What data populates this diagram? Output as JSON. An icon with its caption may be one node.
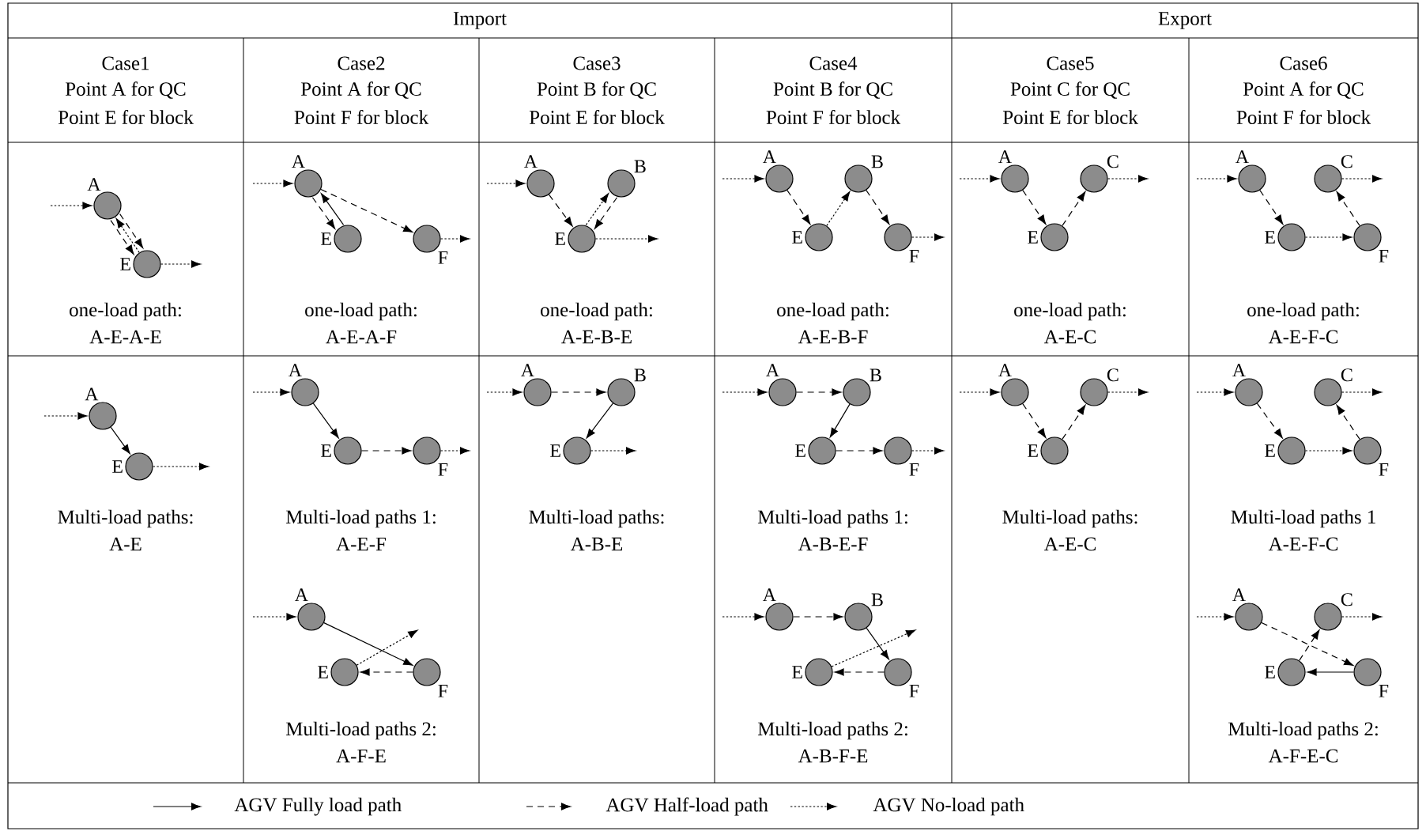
{
  "diagram": {
    "nodes": [
      {
        "text": [
          "A"
        ]
      },
      {
        "text": [
          "E"
        ]
      },
      {
        "text": [
          "A"
        ]
      },
      {
        "text": [
          "E"
        ]
      },
      {
        "text": [
          "F"
        ]
      },
      {
        "text": [
          "A"
        ]
      },
      {
        "text": [
          "B"
        ]
      },
      {
        "text": [
          "E"
        ]
      },
      {
        "text": [
          "A"
        ]
      },
      {
        "text": [
          "B"
        ]
      },
      {
        "text": [
          "E"
        ]
      },
      {
        "text": [
          "F"
        ]
      },
      {
        "text": [
          "A"
        ]
      },
      {
        "text": [
          "C"
        ]
      },
      {
        "text": [
          "E"
        ]
      },
      {
        "text": [
          "A"
        ]
      },
      {
        "text": [
          "C"
        ]
      },
      {
        "text": [
          "E"
        ]
      },
      {
        "text": [
          "F"
        ]
      },
      {
        "text": [
          "A"
        ]
      },
      {
        "text": [
          "E"
        ]
      },
      {
        "text": [
          "A"
        ]
      },
      {
        "text": [
          "E"
        ]
      },
      {
        "text": [
          "F"
        ]
      },
      {
        "text": [
          "A"
        ]
      },
      {
        "text": [
          "B"
        ]
      },
      {
        "text": [
          "E"
        ]
      },
      {
        "text": [
          "A"
        ]
      },
      {
        "text": [
          "B"
        ]
      },
      {
        "text": [
          "E"
        ]
      },
      {
        "text": [
          "F"
        ]
      },
      {
        "text": [
          "A"
        ]
      },
      {
        "text": [
          "C"
        ]
      },
      {
        "text": [
          "E"
        ]
      },
      {
        "text": [
          "A"
        ]
      },
      {
        "text": [
          "C"
        ]
      },
      {
        "text": [
          "E"
        ]
      },
      {
        "text": [
          "F"
        ]
      },
      {
        "text": [
          "A"
        ]
      },
      {
        "text": [
          "E"
        ]
      },
      {
        "text": [
          "F"
        ]
      },
      {
        "text": [
          "A"
        ]
      },
      {
        "text": [
          "B"
        ]
      },
      {
        "text": [
          "E"
        ]
      },
      {
        "text": [
          "F"
        ]
      },
      {
        "text": [
          "A"
        ]
      },
      {
        "text": [
          "C"
        ]
      },
      {
        "text": [
          "E"
        ]
      },
      {
        "text": [
          "F"
        ]
      }
    ],
    "edges": [
      {
        "from": null,
        "to": 0,
        "arrow": "to",
        "style": "dashed"
      },
      {
        "from": 0,
        "to": 1,
        "arrow": "to",
        "style": "dashed"
      },
      {
        "from": 1,
        "to": 0,
        "arrow": "to",
        "style": "dashed"
      },
      {
        "from": 0,
        "to": 1,
        "arrow": "to",
        "style": "dashed"
      },
      {
        "from": 1,
        "to": null,
        "arrow": "to",
        "style": "dashed"
      },
      {
        "from": null,
        "to": 2,
        "arrow": "to",
        "style": "dashed"
      },
      {
        "from": 2,
        "to": 3,
        "arrow": "to",
        "style": "dashed"
      },
      {
        "from": 3,
        "to": 2,
        "arrow": "to"
      },
      {
        "from": 2,
        "to": 4,
        "arrow": "to",
        "style": "dashed"
      },
      {
        "from": 4,
        "to": null,
        "arrow": "to",
        "style": "dashed"
      },
      {
        "from": null,
        "to": 5,
        "arrow": "to",
        "style": "dashed"
      },
      {
        "from": 5,
        "to": 7,
        "arrow": "to",
        "style": "dashed"
      },
      {
        "from": 7,
        "to": 6,
        "arrow": "to",
        "style": "dashed"
      },
      {
        "from": 6,
        "to": 7,
        "arrow": "to",
        "style": "dashed"
      },
      {
        "from": 7,
        "to": null,
        "arrow": "to",
        "style": "dashed"
      },
      {
        "from": null,
        "to": 8,
        "arrow": "to",
        "style": "dashed"
      },
      {
        "from": 8,
        "to": 10,
        "arrow": "to",
        "style": "dashed"
      },
      {
        "from": 10,
        "to": 9,
        "arrow": "to",
        "style": "dashed"
      },
      {
        "from": 9,
        "to": 11,
        "arrow": "to",
        "style": "dashed"
      },
      {
        "from": 11,
        "to": null,
        "arrow": "to",
        "style": "dashed"
      },
      {
        "from": null,
        "to": 12,
        "arrow": "to",
        "style": "dashed"
      },
      {
        "from": 12,
        "to": 14,
        "arrow": "to",
        "style": "dashed"
      },
      {
        "from": 14,
        "to": 13,
        "arrow": "to",
        "style": "dashed"
      },
      {
        "from": 13,
        "to": null,
        "arrow": "to",
        "style": "dashed"
      },
      {
        "from": null,
        "to": 15,
        "arrow": "to",
        "style": "dashed"
      },
      {
        "from": 15,
        "to": 17,
        "arrow": "to",
        "style": "dashed"
      },
      {
        "from": 17,
        "to": 18,
        "arrow": "to",
        "style": "dashed"
      },
      {
        "from": 18,
        "to": 16,
        "arrow": "to",
        "style": "dashed"
      },
      {
        "from": 16,
        "to": null,
        "arrow": "to",
        "style": "dashed"
      },
      {
        "from": null,
        "to": 19,
        "arrow": "to",
        "style": "dashed"
      },
      {
        "from": 19,
        "to": 20,
        "arrow": "to"
      },
      {
        "from": 20,
        "to": null,
        "arrow": "to",
        "style": "dashed"
      },
      {
        "from": null,
        "to": 21,
        "arrow": "to",
        "style": "dashed"
      },
      {
        "from": 21,
        "to": 22,
        "arrow": "to"
      },
      {
        "from": 22,
        "to": 23,
        "arrow": "to",
        "style": "dashed"
      },
      {
        "from": 23,
        "to": null,
        "arrow": "to",
        "style": "dashed"
      },
      {
        "from": null,
        "to": 24,
        "arrow": "to",
        "style": "dashed"
      },
      {
        "from": 24,
        "to": 25,
        "arrow": "to",
        "style": "dashed"
      },
      {
        "from": 25,
        "to": 26,
        "arrow": "to"
      },
      {
        "from": 26,
        "to": null,
        "arrow": "to",
        "style": "dashed"
      },
      {
        "from": null,
        "to": 27,
        "arrow": "to",
        "style": "dashed"
      },
      {
        "from": 27,
        "to": 28,
        "arrow": "to",
        "style": "dashed"
      },
      {
        "from": 28,
        "to": 29,
        "arrow": "to"
      },
      {
        "from": 29,
        "to": 30,
        "arrow": "to",
        "style": "dashed"
      },
      {
        "from": 30,
        "to": null,
        "arrow": "to",
        "style": "dashed"
      },
      {
        "from": null,
        "to": 31,
        "arrow": "to",
        "style": "dashed"
      },
      {
        "from": 31,
        "to": 33,
        "arrow": "to",
        "style": "dashed"
      },
      {
        "from": 33,
        "to": 32,
        "arrow": "to",
        "style": "dashed"
      },
      {
        "from": 32,
        "to": null,
        "arrow": "to",
        "style": "dashed"
      },
      {
        "from": null,
        "to": 34,
        "arrow": "to",
        "style": "dashed"
      },
      {
        "from": 34,
        "to": 36,
        "arrow": "to",
        "style": "dashed"
      },
      {
        "from": 36,
        "to": 37,
        "arrow": "to",
        "style": "dashed"
      },
      {
        "from": 37,
        "to": 35,
        "arrow": "to",
        "style": "dashed"
      },
      {
        "from": 35,
        "to": null,
        "arrow": "to",
        "style": "dashed"
      },
      {
        "from": null,
        "to": 38,
        "arrow": "to",
        "style": "dashed"
      },
      {
        "from": 38,
        "to": 40,
        "arrow": "to"
      },
      {
        "from": 40,
        "to": 39,
        "arrow": "to",
        "style": "dashed"
      },
      {
        "from": 39,
        "to": null,
        "arrow": "to",
        "style": "dashed"
      },
      {
        "from": null,
        "to": 41,
        "arrow": "to",
        "style": "dashed"
      },
      {
        "from": 41,
        "to": 42,
        "arrow": "to",
        "style": "dashed"
      },
      {
        "from": 42,
        "to": 44,
        "arrow": "to"
      },
      {
        "from": 44,
        "to": 43,
        "arrow": "to",
        "style": "dashed"
      },
      {
        "from": 43,
        "to": null,
        "arrow": "to",
        "style": "dashed"
      },
      {
        "from": null,
        "to": 45,
        "arrow": "to",
        "style": "dashed"
      },
      {
        "from": 45,
        "to": 48,
        "arrow": "to",
        "style": "dashed"
      },
      {
        "from": 48,
        "to": 47,
        "arrow": "to"
      },
      {
        "from": 47,
        "to": 46,
        "arrow": "to",
        "style": "dashed"
      },
      {
        "from": 46,
        "to": null,
        "arrow": "to",
        "style": "dashed"
      }
    ],
    "labels": [
      "Import",
      "Export",
      "Case1",
      "Point A for QC",
      "Point E for block",
      "Case2",
      "Point A for QC",
      "Point F for block",
      "Case3",
      "Point B for QC",
      "Point E for block",
      "Case4",
      "Point B for QC",
      "Point F for block",
      "Case5",
      "Point C for QC",
      "Point E for block",
      "Case6",
      "Point A for QC",
      "Point F for block",
      "one-load path:",
      "A-E-A-E",
      "one-load path:",
      "A-E-A-F",
      "one-load path:",
      "A-E-B-E",
      "one-load path:",
      "A-E-B-F",
      "one-load path:",
      "A-E-C",
      "one-load path:",
      "A-E-F-C",
      "Multi-load paths:",
      "A-E",
      "Multi-load paths 1:",
      "A-E-F",
      "Multi-load paths:",
      "A-B-E",
      "Multi-load paths 1:",
      "A-B-E-F",
      "Multi-load paths:",
      "A-E-C",
      "Multi-load paths 1",
      "A-E-F-C",
      "Multi-load paths 2:",
      "A-F-E",
      "Multi-load paths 2:",
      "A-B-F-E",
      "Multi-load paths 2:",
      "A-F-E-C"
    ],
    "legend": [
      {
        "text": "AGV Fully load path"
      },
      {
        "text": "AGV Half-load path"
      },
      {
        "text": "AGV No-load path"
      }
    ]
  }
}
